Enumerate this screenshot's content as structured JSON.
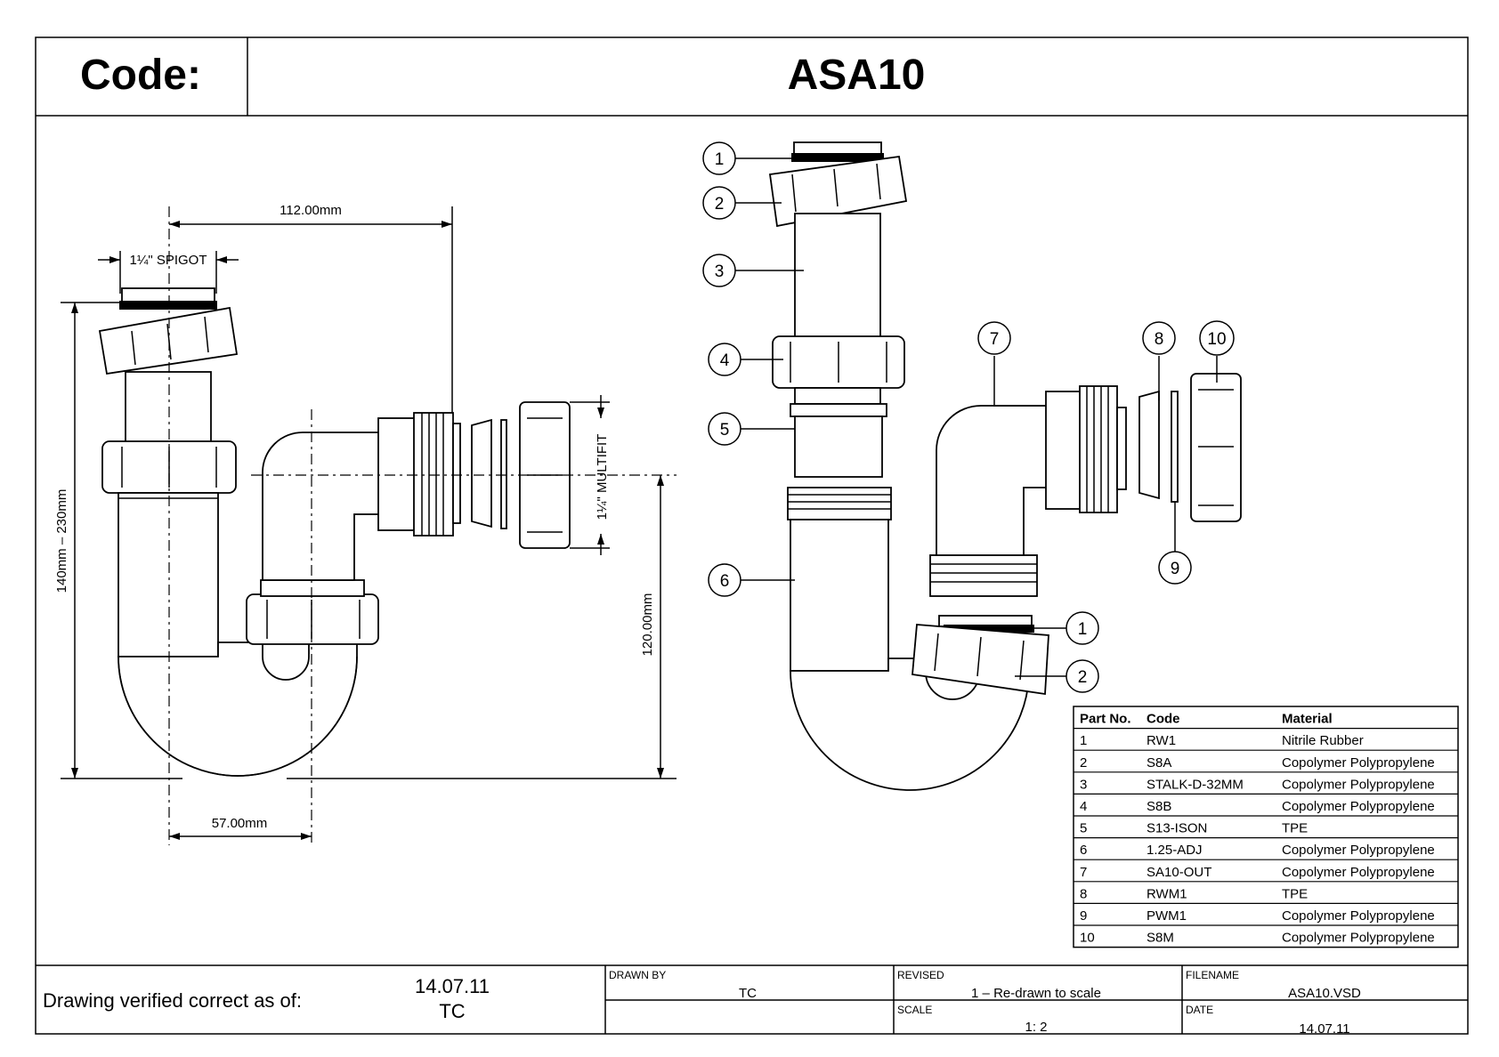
{
  "header": {
    "code_label": "Code:",
    "code_value": "ASA10"
  },
  "dimensions": {
    "d112": "112.00mm",
    "spigot": "1¼\" SPIGOT",
    "height_range": "140mm – 230mm",
    "multifit": "1¼\" MULTIFIT",
    "d120": "120.00mm",
    "d57": "57.00mm"
  },
  "callouts": [
    "1",
    "2",
    "3",
    "4",
    "5",
    "6",
    "7",
    "8",
    "9",
    "10",
    "1",
    "2"
  ],
  "parts_table": {
    "headers": [
      "Part No.",
      "Code",
      "Material"
    ],
    "rows": [
      [
        "1",
        "RW1",
        "Nitrile Rubber"
      ],
      [
        "2",
        "S8A",
        "Copolymer Polypropylene"
      ],
      [
        "3",
        "STALK-D-32MM",
        "Copolymer Polypropylene"
      ],
      [
        "4",
        "S8B",
        "Copolymer Polypropylene"
      ],
      [
        "5",
        "S13-ISON",
        "TPE"
      ],
      [
        "6",
        "1.25-ADJ",
        "Copolymer Polypropylene"
      ],
      [
        "7",
        "SA10-OUT",
        "Copolymer Polypropylene"
      ],
      [
        "8",
        "RWM1",
        "TPE"
      ],
      [
        "9",
        "PWM1",
        "Copolymer Polypropylene"
      ],
      [
        "10",
        "S8M",
        "Copolymer Polypropylene"
      ]
    ]
  },
  "title_block": {
    "verified_label": "Drawing verified  correct as of:",
    "verified_date": "14.07.11",
    "verified_by": "TC",
    "drawn_by_label": "DRAWN BY",
    "drawn_by": "TC",
    "revised_label": "REVISED",
    "revised": "1 – Re-drawn to scale",
    "scale_label": "SCALE",
    "scale": "1: 2",
    "filename_label": "FILENAME",
    "filename": "ASA10.VSD",
    "date_label": "DATE",
    "date": "14.07.11"
  }
}
